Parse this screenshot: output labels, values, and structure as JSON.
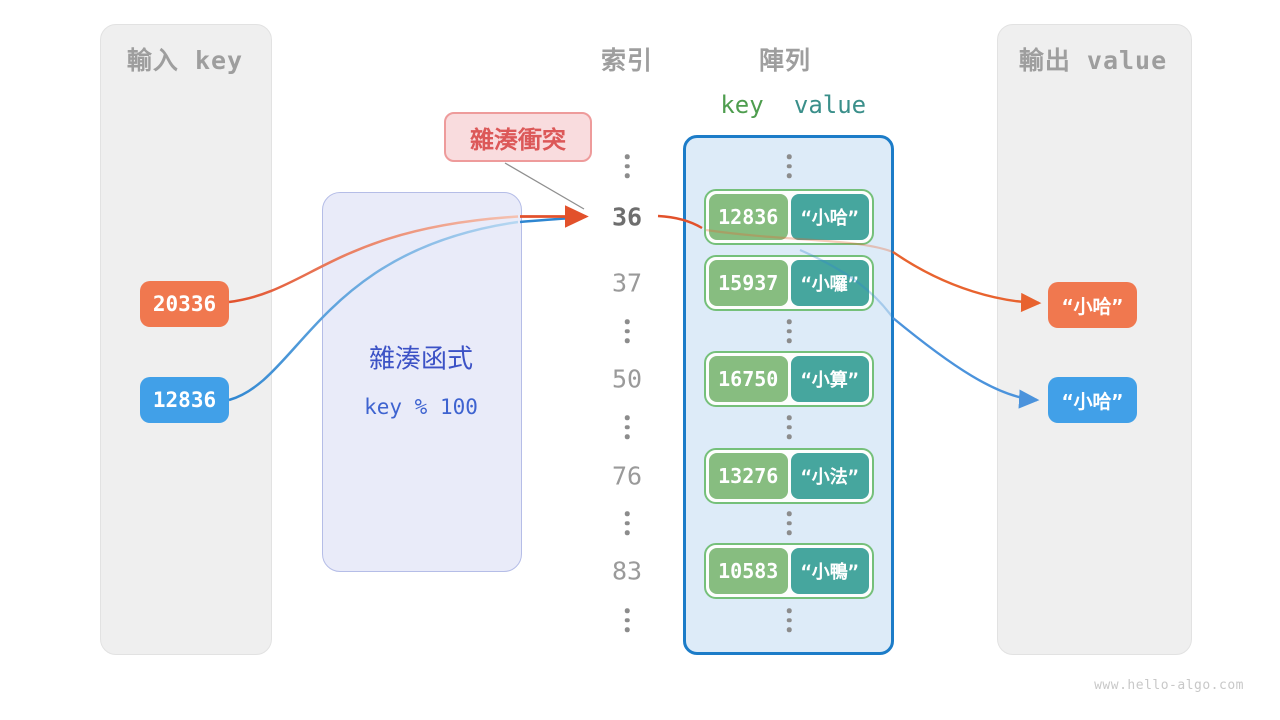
{
  "colors": {
    "orange": "#f0784f",
    "blue": "#41a0e8",
    "key_green": "#87bd80",
    "value_teal": "#46a69e",
    "array_border_blue": "#1c7cc8",
    "array_fill": "#ddebf8",
    "hash_box_fill": "#e9ebf9",
    "hash_text_blue": "#3c52c6",
    "collision_red": "#dc5858",
    "collision_fill": "#f9dcde",
    "panel_gray": "#efefef",
    "header_gray": "#9e9e9e",
    "arrow_orange": "#e2512b",
    "arrow_blue": "#2e86d1"
  },
  "input_panel": {
    "title": "輸入 key",
    "keys": [
      "20336",
      "12836"
    ]
  },
  "hash_function": {
    "title": "雜湊函式",
    "formula": "key % 100"
  },
  "collision": {
    "label": "雜湊衝突"
  },
  "index_column": {
    "title": "索引",
    "values": [
      "36",
      "37",
      "50",
      "76",
      "83"
    ],
    "highlighted_value": "36"
  },
  "array": {
    "title": "陣列",
    "key_header": "key",
    "value_header": "value",
    "rows": [
      {
        "index": "36",
        "key": "12836",
        "value": "“小哈”"
      },
      {
        "index": "37",
        "key": "15937",
        "value": "“小囉”"
      },
      {
        "index": "50",
        "key": "16750",
        "value": "“小算”"
      },
      {
        "index": "76",
        "key": "13276",
        "value": "“小法”"
      },
      {
        "index": "83",
        "key": "10583",
        "value": "“小鴨”"
      }
    ]
  },
  "output_panel": {
    "title": "輸出 value",
    "values": [
      "“小哈”",
      "“小哈”"
    ]
  },
  "watermark": "www.hello-algo.com"
}
